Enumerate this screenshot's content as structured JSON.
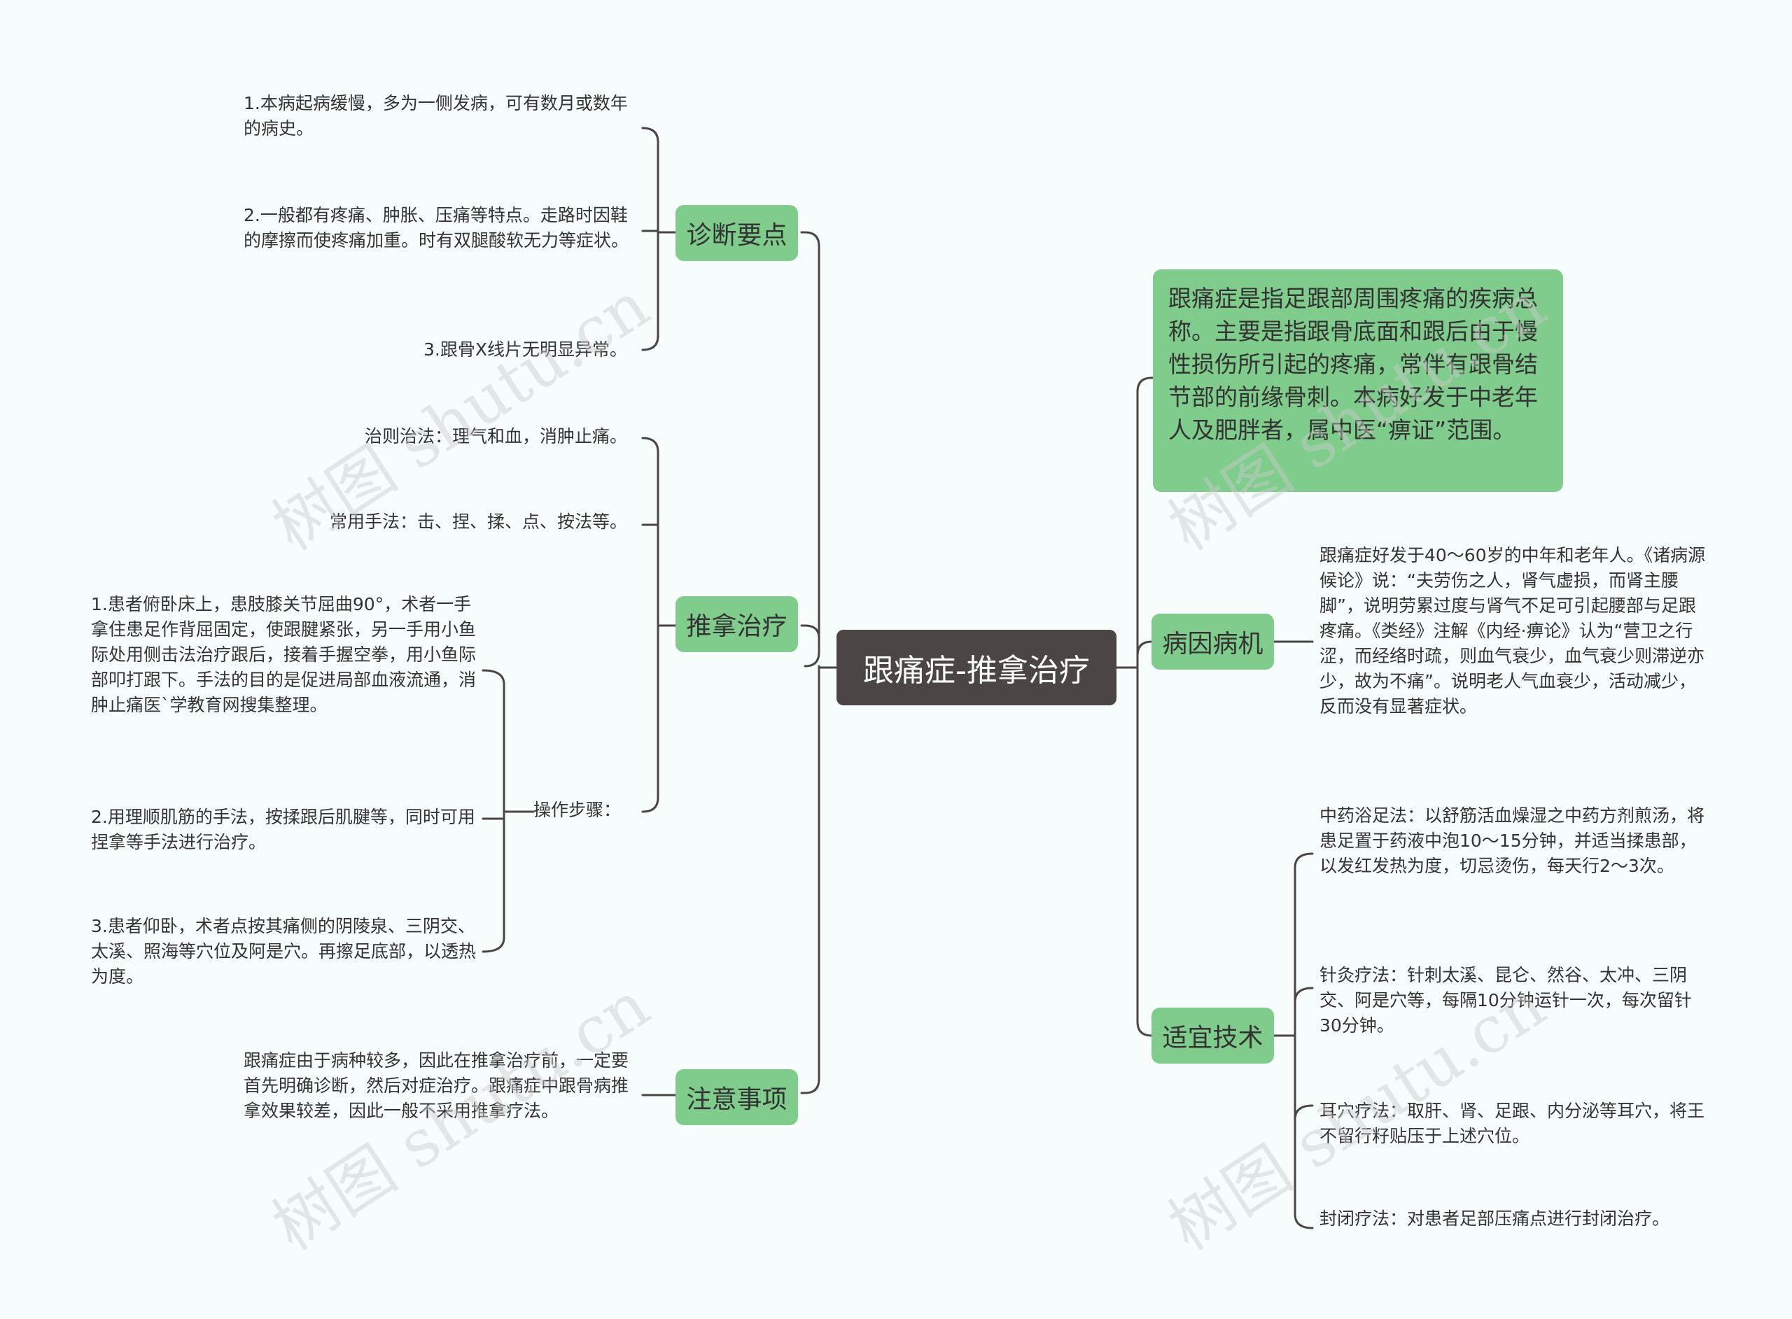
{
  "root": "跟痛症-推拿治疗",
  "left": {
    "diagnosis": {
      "label": "诊断要点",
      "items": [
        "1.本病起病缓慢，多为一侧发病，可有数月或数年的病史。",
        "2.一般都有疼痛、肿胀、压痛等特点。走路时因鞋的摩擦而使疼痛加重。时有双腿酸软无力等症状。",
        "3.跟骨X线片无明显异常。"
      ]
    },
    "massage": {
      "label": "推拿治疗",
      "principle": "治则治法：理气和血，消肿止痛。",
      "techniques": "常用手法：击、捏、揉、点、按法等。",
      "steps": {
        "label": "操作步骤：",
        "items": [
          "1.患者俯卧床上，患肢膝关节屈曲90°，术者一手拿住患足作背屈固定，使跟腱紧张，另一手用小鱼际处用侧击法治疗跟后，接着手握空拳，用小鱼际部叩打跟下。手法的目的是促进局部血液流通，消肿止痛医`学教育网搜集整理。",
          "2.用理顺肌筋的手法，按揉跟后肌腱等，同时可用捏拿等手法进行治疗。",
          "3.患者仰卧，术者点按其痛侧的阴陵泉、三阴交、太溪、照海等穴位及阿是穴。再擦足底部，以透热为度。"
        ]
      }
    },
    "notes": {
      "label": "注意事项",
      "text": "跟痛症由于病种较多，因此在推拿治疗前，一定要首先明确诊断，然后对症治疗。跟痛症中跟骨病推拿效果较差，因此一般不采用推拿疗法。"
    }
  },
  "right": {
    "summary": "跟痛症是指足跟部周围疼痛的疾病总称。主要是指跟骨底面和跟后由于慢性损伤所引起的疼痛，常伴有跟骨结节部的前缘骨刺。本病好发于中老年人及肥胖者，属中医“痹证”范围。",
    "etiology": {
      "label": "病因病机",
      "text": "跟痛症好发于40～60岁的中年和老年人。《诸病源候论》说：“夫劳伤之人，肾气虚损，而肾主腰脚”，说明劳累过度与肾气不足可引起腰部与足跟疼痛。《类经》注解《内经·痹论》认为“营卫之行涩，而经络时疏，则血气衰少，血气衰少则滞逆亦少，故为不痛”。说明老人气血衰少，活动减少，反而没有显著症状。"
    },
    "techniques": {
      "label": "适宜技术",
      "items": [
        "中药浴足法：以舒筋活血燥湿之中药方剂煎汤，将患足置于药液中泡10～15分钟，并适当揉患部，以发红发热为度，切忌烫伤，每天行2～3次。",
        "针灸疗法：针刺太溪、昆仑、然谷、太冲、三阴交、阿是穴等，每隔10分钟运针一次，每次留针30分钟。",
        "耳穴疗法：取肝、肾、足跟、内分泌等耳穴，将王不留行籽贴压于上述穴位。",
        "封闭疗法：对患者足部压痛点进行封闭治疗。"
      ]
    }
  },
  "watermark": "树图 shutu.cn",
  "colors": {
    "branch": "#80cc8c",
    "root": "#4b4543",
    "line": "#4b4543",
    "background": "#f7fdfc"
  }
}
